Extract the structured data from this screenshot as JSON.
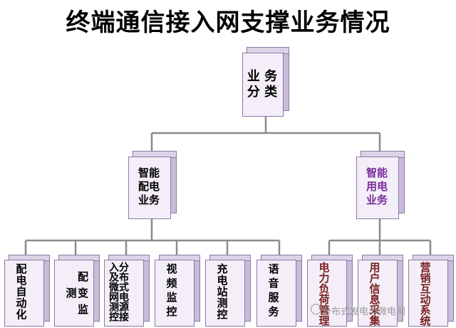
{
  "title": "终端通信接入网支撑业务情况",
  "root": {
    "line1": "业 务",
    "line2": "分 类"
  },
  "left_group": {
    "label": "智能\n配电\n业务",
    "children": [
      "配电自动化",
      "配变监测",
      "分布式电源接入及微网测控",
      "视频监控",
      "充电站测控",
      "语音服务"
    ]
  },
  "right_group": {
    "label": "智能\n用电\n业务",
    "children": [
      "电力负荷管理",
      "用户信息采集",
      "营销互动系统"
    ]
  },
  "watermark": "分布式发电与微电网",
  "colors": {
    "box_face": "#f3eef8",
    "box_border": "#8c7aa6",
    "line": "#8a8a8a",
    "right_group_text": "#7a2a9a",
    "right_children_text": "#7a1f1f"
  }
}
